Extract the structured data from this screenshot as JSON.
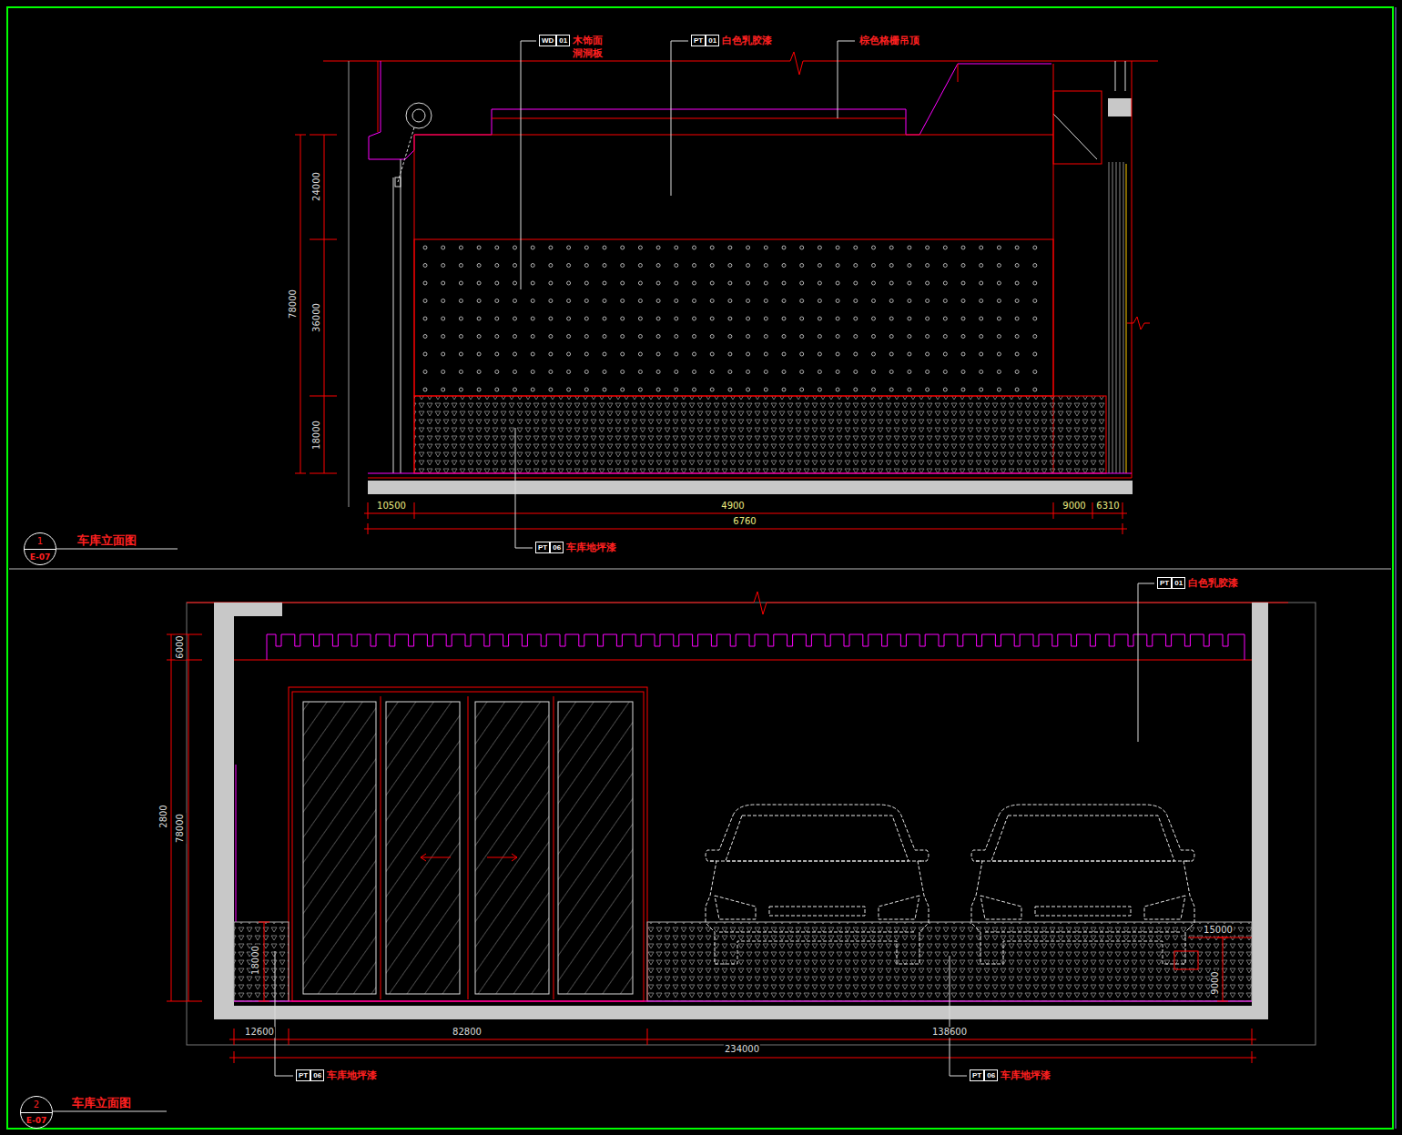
{
  "diagram": {
    "nodes": [
      {
        "text": [
          "WD",
          "01",
          "木饰面 洞洞板"
        ]
      },
      {
        "text": [
          "PT",
          "01",
          "白色乳胶漆"
        ]
      },
      {
        "text": [
          "PT",
          "06",
          "车库地坪漆"
        ]
      },
      {
        "text": [
          "1",
          "E-07",
          "车库立面图"
        ]
      },
      {
        "text": [
          "PT",
          "01",
          "白色乳胶漆"
        ]
      },
      {
        "text": [
          "PT",
          "06",
          "车库地坪漆"
        ]
      },
      {
        "text": [
          "PT",
          "06",
          "车库地坪漆"
        ]
      },
      {
        "text": [
          "2",
          "E-07",
          "车库立面图"
        ]
      }
    ],
    "labels": [
      "棕色格栅吊顶",
      "24000",
      "36000",
      "18000",
      "78000",
      "10500",
      "4900",
      "9000",
      "6310",
      "6760",
      "6000",
      "2800",
      "78000",
      "18000",
      "15000",
      "9000",
      "12600",
      "82800",
      "138600",
      "234000"
    ]
  }
}
